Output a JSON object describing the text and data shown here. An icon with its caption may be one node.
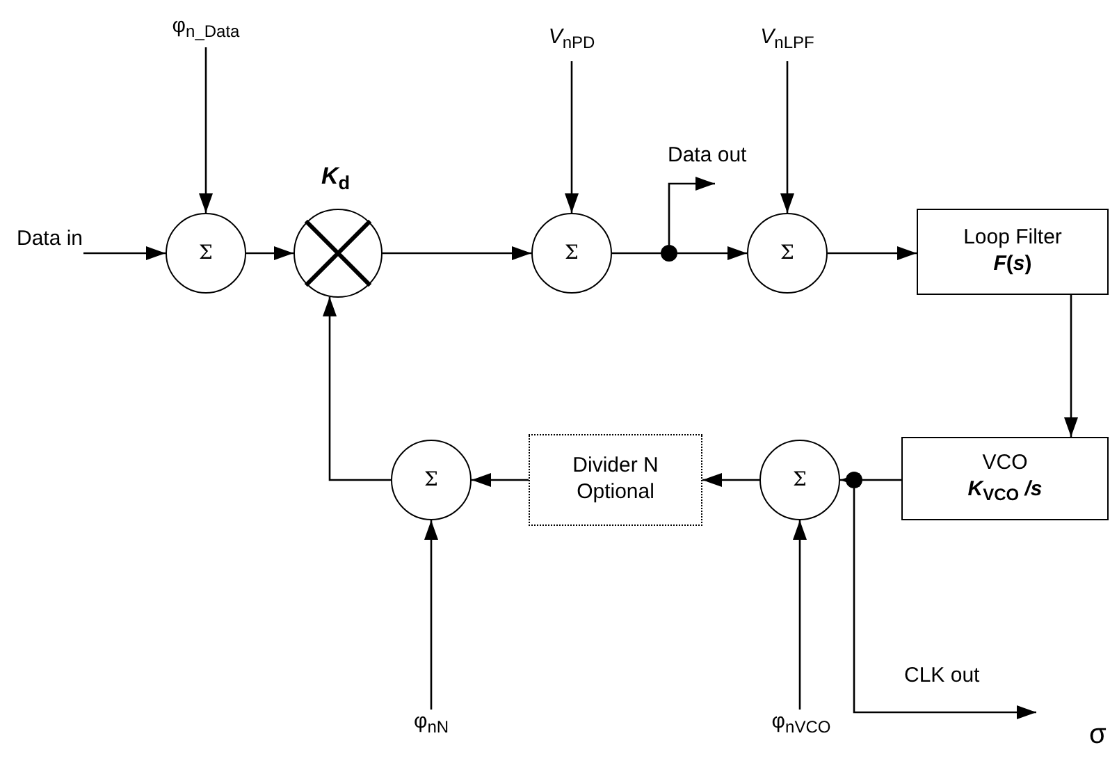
{
  "diagram": {
    "nodes": [
      {
        "text": [
          "φ$_{n_Data}$"
        ]
      },
      {
        "text": [
          "Σ"
        ]
      },
      {
        "text": [],
        "shape": "circle",
        "beside": [
          "*K*$_{d}$"
        ]
      },
      {
        "text": [
          "*V*$_{nPD}$"
        ]
      },
      {
        "text": [
          "Σ"
        ]
      },
      {
        "text": [],
        "shape": "circle"
      },
      {
        "text": [
          "*V*$_{nLPF}$"
        ]
      },
      {
        "text": [
          "Σ"
        ]
      },
      {
        "text": [
          "Loop Filter",
          "*F*(*s*)"
        ]
      },
      {
        "text": [
          "VCO",
          "*K*$_{VCO}$ */s*"
        ]
      },
      {
        "text": [],
        "shape": "circle"
      },
      {
        "text": [
          "Σ"
        ]
      },
      {
        "text": [
          "Divider N Optional"
        ]
      },
      {
        "text": [
          "Σ"
        ]
      },
      {
        "text": [
          "φ$_{nN}$"
        ]
      },
      {
        "text": [
          "φ$_{nVCO}$"
        ]
      }
    ],
    "edges": [
      {
        "from": null,
        "to": 1,
        "arrow": "to",
        "label": "Data in"
      },
      {
        "from": 0,
        "to": 1,
        "arrow": "to"
      },
      {
        "from": 1,
        "to": 2,
        "arrow": "to"
      },
      {
        "from": 2,
        "to": 4,
        "arrow": "to"
      },
      {
        "from": 3,
        "to": 4,
        "arrow": "to"
      },
      {
        "from": 4,
        "to": 5,
        "arrow": "none"
      },
      {
        "from": 5,
        "to": null,
        "arrow": "to",
        "label": "Data out"
      },
      {
        "from": 5,
        "to": 7,
        "arrow": "to"
      },
      {
        "from": 6,
        "to": 7,
        "arrow": "to"
      },
      {
        "from": 7,
        "to": 8,
        "arrow": "to"
      },
      {
        "from": 8,
        "to": 9,
        "arrow": "to"
      },
      {
        "from": 9,
        "to": 10,
        "arrow": "none"
      },
      {
        "from": 10,
        "to": 11,
        "arrow": "to"
      },
      {
        "from": 11,
        "to": 12,
        "arrow": "to"
      },
      {
        "from": 12,
        "to": 13,
        "arrow": "to"
      },
      {
        "from": 13,
        "to": 2,
        "arrow": "to"
      },
      {
        "from": 14,
        "to": 13,
        "arrow": "to"
      },
      {
        "from": 15,
        "to": 11,
        "arrow": "to"
      },
      {
        "from": 10,
        "to": null,
        "arrow": "to",
        "label": "CLK out"
      }
    ],
    "labels": [
      "σ"
    ]
  }
}
